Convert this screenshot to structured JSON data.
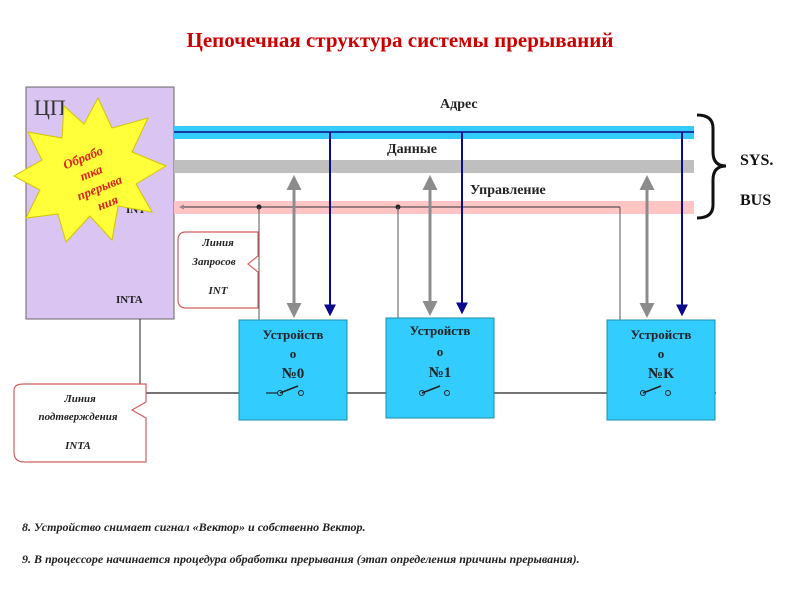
{
  "title": "Цепочечная структура системы прерываний",
  "cpu": {
    "label": "ЦП",
    "int_label": "INT",
    "inta_label": "INTA",
    "burst_lines": [
      "Обрабо",
      "тка",
      "прерыва",
      "ния"
    ]
  },
  "bus": {
    "address_label": "Адрес",
    "data_label": "Данные",
    "control_label": "Управление",
    "sys_label": "SYS.",
    "bus_label": "BUS"
  },
  "callouts": {
    "request_lines": [
      "Линия",
      "Запросов",
      "INT"
    ],
    "ack_lines": [
      "Линия",
      "подтверждения",
      "INTA"
    ]
  },
  "devices": [
    {
      "line1": "Устройств",
      "line2": "о",
      "line3": "№0"
    },
    {
      "line1": "Устройств",
      "line2": "о",
      "line3": "№1"
    },
    {
      "line1": "Устройств",
      "line2": "о",
      "line3": "№К"
    }
  ],
  "notes": [
    "8. Устройство снимает сигнал «Вектор» и собственно Вектор.",
    "9. В процессоре начинается процедура обработки прерывания (этап определения причины прерывания)."
  ],
  "colors": {
    "title": "#cc0000",
    "cpu_fill": "#d9c4f2",
    "address_bus": "#33ccff",
    "data_bus": "#bfbfbf",
    "control_bus": "#ffc4c4",
    "device_fill": "#33ccff",
    "arrow_blue": "#0a0a8c",
    "arrow_gray": "#8c8c8c",
    "burst": "#ffff3a"
  }
}
